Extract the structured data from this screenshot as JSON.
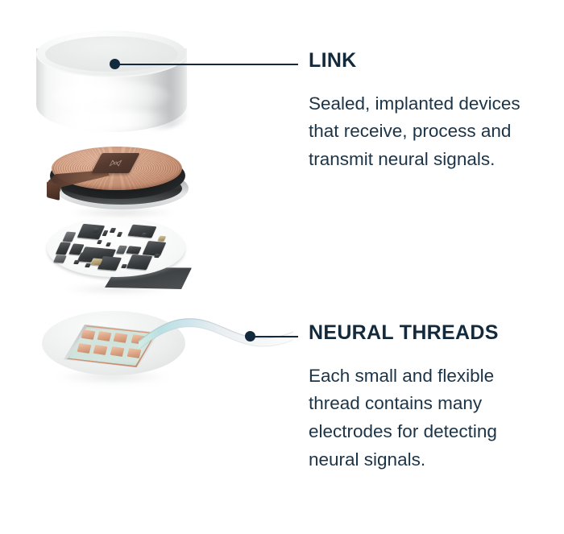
{
  "page": {
    "background_color": "#ffffff",
    "accent_color": "#13293c",
    "text_color": "#1c3448"
  },
  "callouts": [
    {
      "id": "link",
      "heading": "LINK",
      "body": "Sealed, implanted devices that receive, process and transmit neural signals.",
      "dot_color": "#13293c",
      "line_color": "#13293c"
    },
    {
      "id": "neural-threads",
      "heading": "NEURAL THREADS",
      "body": "Each small and flexible thread contains many electrodes for detecting neural signals.",
      "dot_color": "#13293c",
      "line_color": "#13293c"
    }
  ],
  "illustration": {
    "title": "Exploded view of implant device",
    "layers": [
      {
        "name": "sealed-enclosure",
        "label": "Sealed enclosure puck",
        "color": "#f1f2f2"
      },
      {
        "name": "charging-coil",
        "label": "Copper inductive charging coil with chip",
        "color": "#c0876a"
      },
      {
        "name": "circuit-board",
        "label": "Circuit board with electronic components",
        "color": "#f6f7f7"
      },
      {
        "name": "base-disc",
        "label": "Base disc with electrode pad array and neural thread ribbon",
        "color": "#e0e2e2"
      }
    ]
  }
}
